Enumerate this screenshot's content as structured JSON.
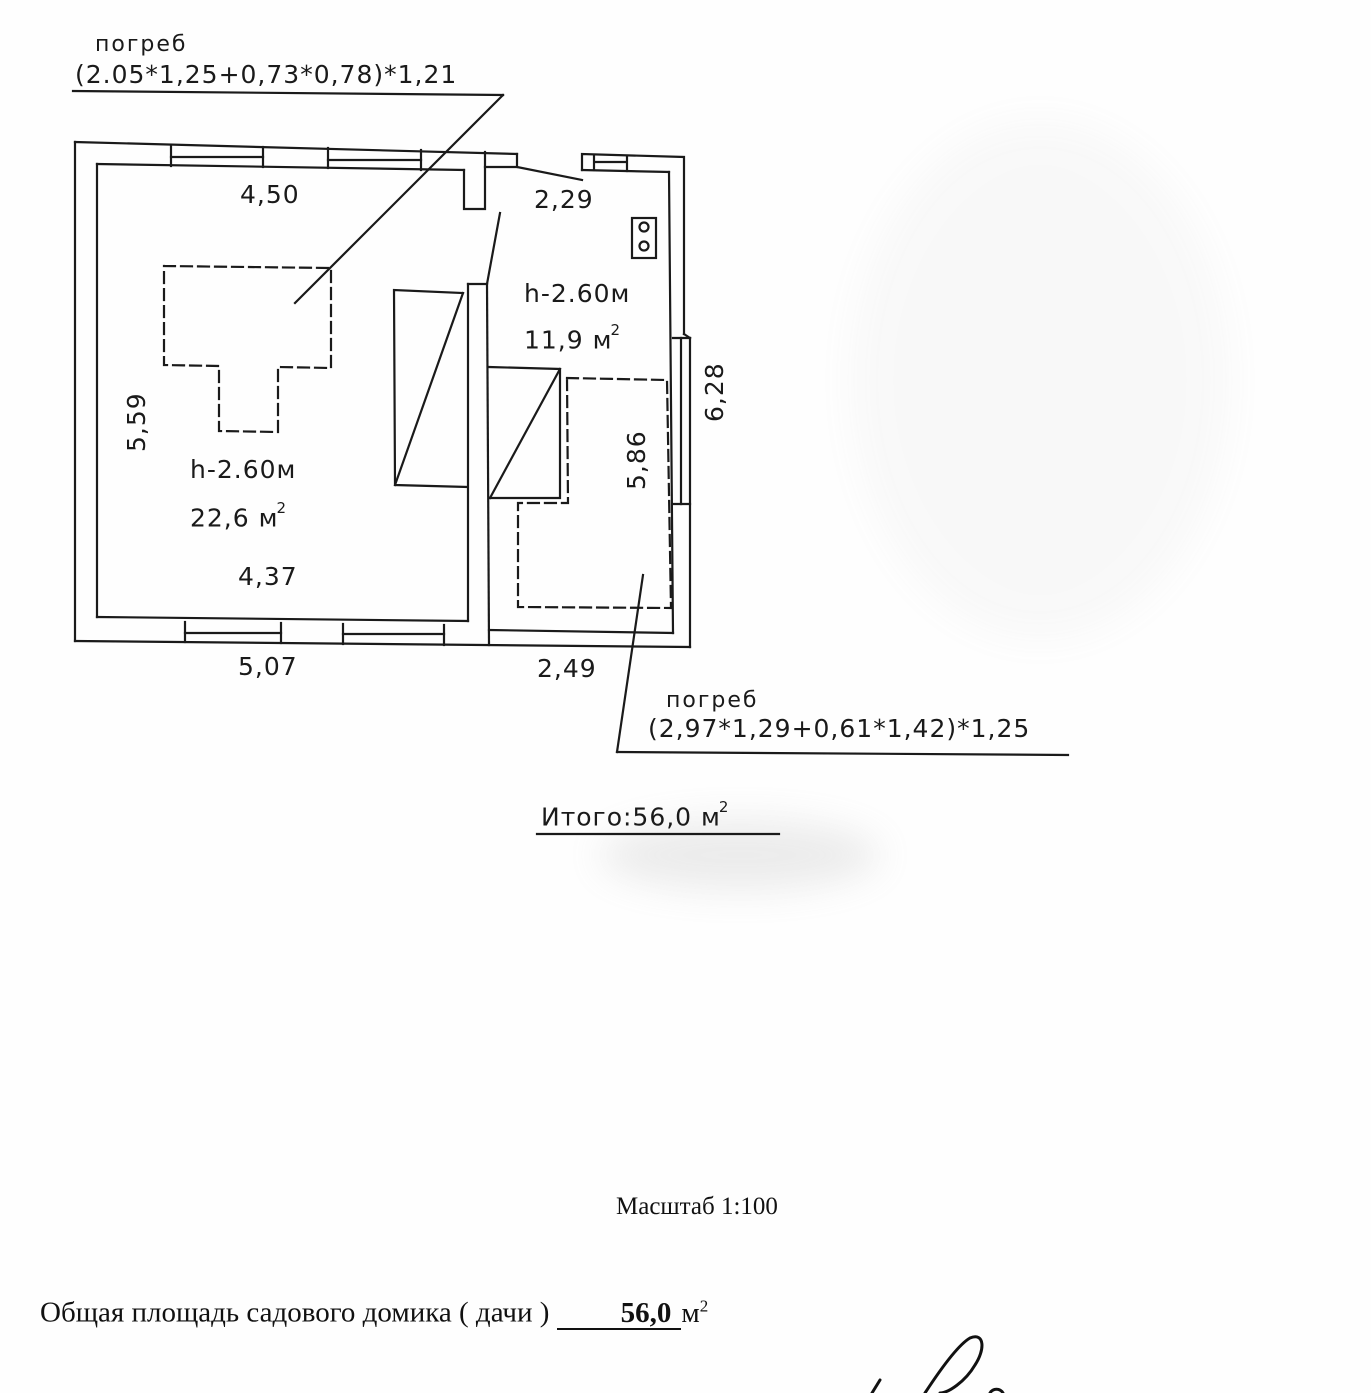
{
  "document": {
    "type": "floor-plan",
    "scale_label": "Масштаб 1:100",
    "summary": {
      "label": "Общая площадь садового домика ( дачи )",
      "value": "56,0",
      "unit": "м",
      "unit_power": "2"
    },
    "total": {
      "label": "Итого:56,0 м",
      "unit_power": "2"
    }
  },
  "callouts": [
    {
      "id": "cellar-1",
      "title": "погреб",
      "formula": "(2.05*1,25+0,73*0,78)*1,21"
    },
    {
      "id": "cellar-2",
      "title": "погреб",
      "formula": "(2,97*1,29+0,61*1,42)*1,25"
    }
  ],
  "rooms": [
    {
      "id": "room-1",
      "height": "h-2.60м",
      "area": "22,6 м",
      "area_power": "2",
      "dims": {
        "top_inner": "4,50",
        "bottom_inner": "4,37",
        "left": "5,59"
      }
    },
    {
      "id": "room-2",
      "height": "h-2.60м",
      "area": "11,9 м",
      "area_power": "2",
      "dims": {
        "top_inner": "2,29",
        "inner_vertical": "5,86"
      }
    }
  ],
  "outer_dims": {
    "bottom_left": "5,07",
    "bottom_right": "2,49",
    "right": "6,28"
  },
  "colors": {
    "ink": "#1a1a1a",
    "paper": "#fefefe"
  }
}
